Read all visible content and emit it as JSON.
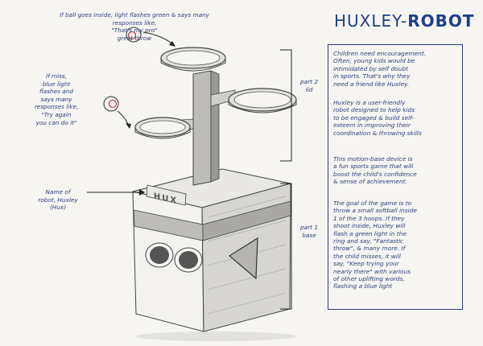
{
  "title": {
    "part1": "HUXLEY-",
    "part2": "ROBOT"
  },
  "annotations": {
    "ball_inside": "If ball goes inside, light flashes green & says many\nresponses like,\n\"That's my pro\"\ngreat throw",
    "miss": "If miss,\nblue light\nflashes and\nsays many\nresponses like,\n\"Try again\nyou can do it\"",
    "name": "Name of\nrobot, Huxley\n(Hux)",
    "part2": "part 2\nlid",
    "part1": "part 1\nbase"
  },
  "robot_label": "HUX",
  "description": {
    "p1": "Children need encouragement.\nOften, young kids would be\nintimidated by self doubt\nin sports. That's why they\nneed a friend like Huxley.",
    "p2": "Huxley is a user-friendly\nrobot designed to help kids\nto be engaged & build self-\nesteem in improving their\ncoordination & throwing skills",
    "p3": "This motion-base device is\na fun sports game that will\nboost the child's confidence\n& sense of achievement.",
    "p4": "The goal of the game is to\nthrow a small softball inside\n1 of the 3 hoops. If they\nshoot inside, Huxley will\nflash a green light in the\nring and say, \"Fantastic\nthrow\", & many more. If\nthe child misses, it will\nsay, \"Keep trying your\nnearly there\" with various\nof other uplifting words,\nflashing a blue light"
  },
  "colors": {
    "ink": "#2b3f78",
    "title": "#1e3f8a",
    "pencil": "#4a4a4a"
  }
}
